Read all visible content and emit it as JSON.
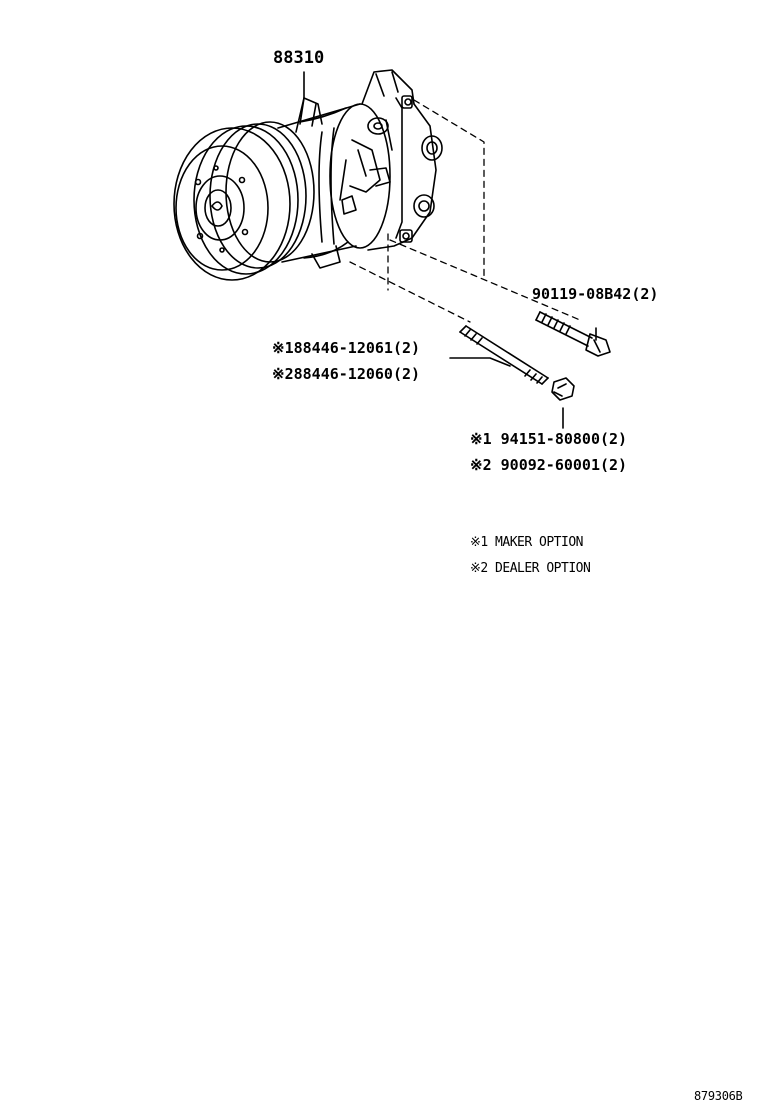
{
  "parts": {
    "compressor": "88310",
    "bolt": "90119-08B42(2)",
    "stud_maker": "※188446-12061(2)",
    "stud_dealer": "※288446-12060(2)",
    "nut_maker": "※1 94151-80800(2)",
    "nut_dealer": "※2 90092-60001(2)"
  },
  "notes": {
    "maker": "※1 MAKER OPTION",
    "dealer": "※2 DEALER OPTION"
  },
  "illustration_code": "879306B"
}
